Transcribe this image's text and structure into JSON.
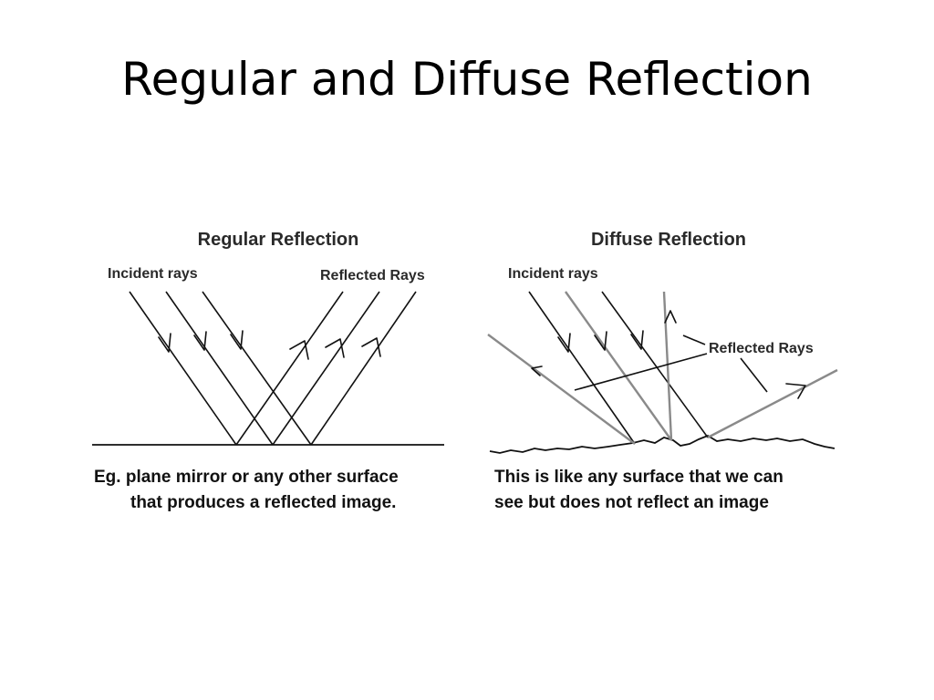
{
  "slide": {
    "title": "Regular and Diffuse Reflection"
  },
  "regular": {
    "heading": "Regular Reflection",
    "incident_label": "Incident rays",
    "reflected_label": "Reflected Rays",
    "caption_line1": "Eg. plane mirror or any other surface",
    "caption_line2": "that produces a reflected image."
  },
  "diffuse": {
    "heading": "Diffuse Reflection",
    "incident_label": "Incident rays",
    "reflected_label": "Reflected Rays",
    "caption_line1": "This is like any surface that we can",
    "caption_line2": "see but does not reflect an image"
  }
}
